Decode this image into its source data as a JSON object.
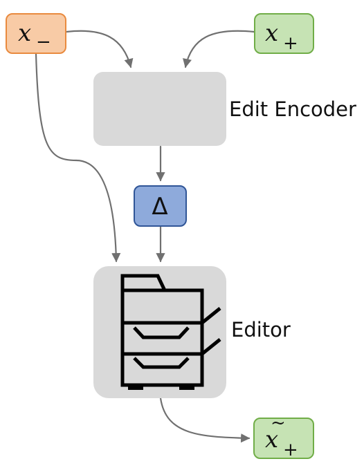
{
  "nodes": {
    "x_minus": {
      "base": "x",
      "sub": "−",
      "fill": "#f8cba6",
      "stroke": "#e98a3e"
    },
    "x_plus": {
      "base": "x",
      "sub": "+",
      "fill": "#c6e3b4",
      "stroke": "#70ad47"
    },
    "edit_encoder": {
      "label": "Edit Encoder",
      "fill": "#d9d9d9"
    },
    "delta": {
      "label": "Δ",
      "fill": "#8eaadb",
      "stroke": "#2f5597"
    },
    "editor": {
      "label": "Editor",
      "fill": "#d9d9d9",
      "icon": "copier-machine-icon"
    },
    "x_tilde_plus": {
      "base": "x",
      "accent": "~",
      "sub": "+",
      "fill": "#c6e3b4",
      "stroke": "#70ad47"
    }
  },
  "colors": {
    "arrow": "#707070",
    "icon": "#000000"
  }
}
